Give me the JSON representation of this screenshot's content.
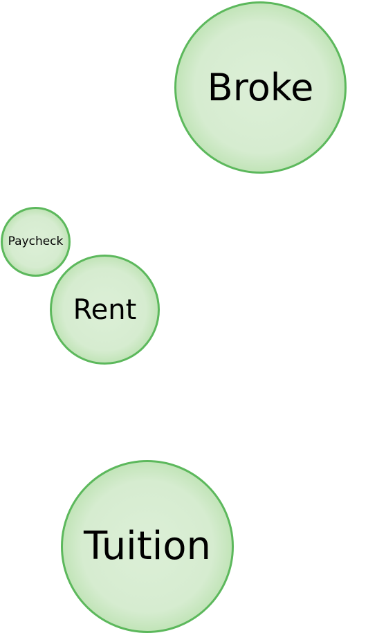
{
  "bubbles": {
    "broke": {
      "label": "Broke"
    },
    "paycheck": {
      "label": "Paycheck"
    },
    "rent": {
      "label": "Rent"
    },
    "tuition": {
      "label": "Tuition"
    }
  },
  "colors": {
    "bubble_fill": "#d6ecd0",
    "bubble_edge": "#5cb85c",
    "text": "#000000",
    "background": "#ffffff"
  }
}
